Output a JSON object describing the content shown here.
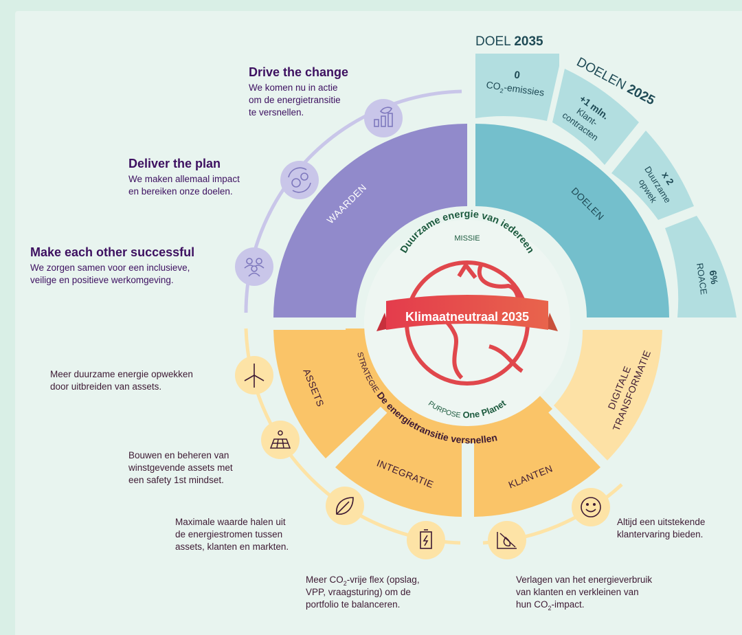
{
  "colors": {
    "purple": "#918acb",
    "teal": "#74bfcc",
    "light_teal": "#b2dee0",
    "orange": "#fac468",
    "light_orange": "#fde1a5",
    "red": "#e0474c",
    "dark_green": "#1c5a3e",
    "dark_text": "#3d1a33"
  },
  "core": {
    "missie_label": "MISSIE",
    "missie_text": "Duurzame energie van iedereen",
    "banner": "Klimaatneutraal 2035",
    "purpose_label": "PURPOSE",
    "purpose_text": "One Planet",
    "strategie_label": "STRATEGIE",
    "strategie_text": "De energietransitie versnellen"
  },
  "segments": {
    "waarden": "WAARDEN",
    "doelen": "DOELEN",
    "assets": "ASSETS",
    "integratie": "INTEGRATIE",
    "klanten": "KLANTEN",
    "digitale": "DIGITALE",
    "transformatie": "TRANSFORMATIE"
  },
  "doel2035": {
    "heading": "DOEL",
    "year": "2035",
    "value": "0",
    "line1": "CO",
    "sub": "2",
    "line2": "-emissies"
  },
  "doelen2025": {
    "heading": "DOELEN",
    "year": "2025",
    "items": [
      {
        "value": "+1 mln.",
        "line1": "Klant-",
        "line2": "contracten"
      },
      {
        "value": "x 2",
        "line1": "Duurzame",
        "line2": "opwek"
      },
      {
        "value": "6%",
        "line1": "ROACE",
        "line2": ""
      }
    ]
  },
  "values_list": [
    {
      "icon": "growth-chart-icon",
      "title": "Drive the change",
      "lines": [
        "We komen nu in actie",
        "om de energietransitie",
        "te versnellen."
      ]
    },
    {
      "icon": "gears-cycle-icon",
      "title": "Deliver the plan",
      "lines": [
        "We maken allemaal impact",
        "en bereiken onze doelen."
      ]
    },
    {
      "icon": "people-group-icon",
      "title": "Make each other successful",
      "lines": [
        "We zorgen samen voor een inclusieve,",
        "veilige en positieve werkomgeving."
      ]
    }
  ],
  "actions": [
    {
      "icon": "wind-turbine-icon",
      "lines": [
        "Meer duurzame energie opwekken",
        "door uitbreiden van assets."
      ]
    },
    {
      "icon": "solar-panel-icon",
      "lines": [
        "Bouwen en beheren van",
        "winstgevende assets met",
        "een safety 1st mindset."
      ]
    },
    {
      "icon": "leaf-icon",
      "lines": [
        "Maximale waarde halen uit",
        "de energiestromen tussen",
        "assets, klanten en markten."
      ]
    },
    {
      "icon": "battery-icon",
      "lines": [
        "Meer CO",
        "VPP, vraagsturing) om de",
        "portfolio te balanceren."
      ],
      "sub": "2",
      "line0_rest": "-vrije flex (opslag,"
    },
    {
      "icon": "energy-reduction-icon",
      "lines": [
        "Verlagen van het energieverbruik",
        "van klanten en verkleinen van",
        "hun CO"
      ],
      "sub": "2",
      "line2_rest": "-impact."
    },
    {
      "icon": "smiley-icon",
      "lines": [
        "Altijd een uitstekende",
        "klantervaring bieden."
      ]
    }
  ]
}
